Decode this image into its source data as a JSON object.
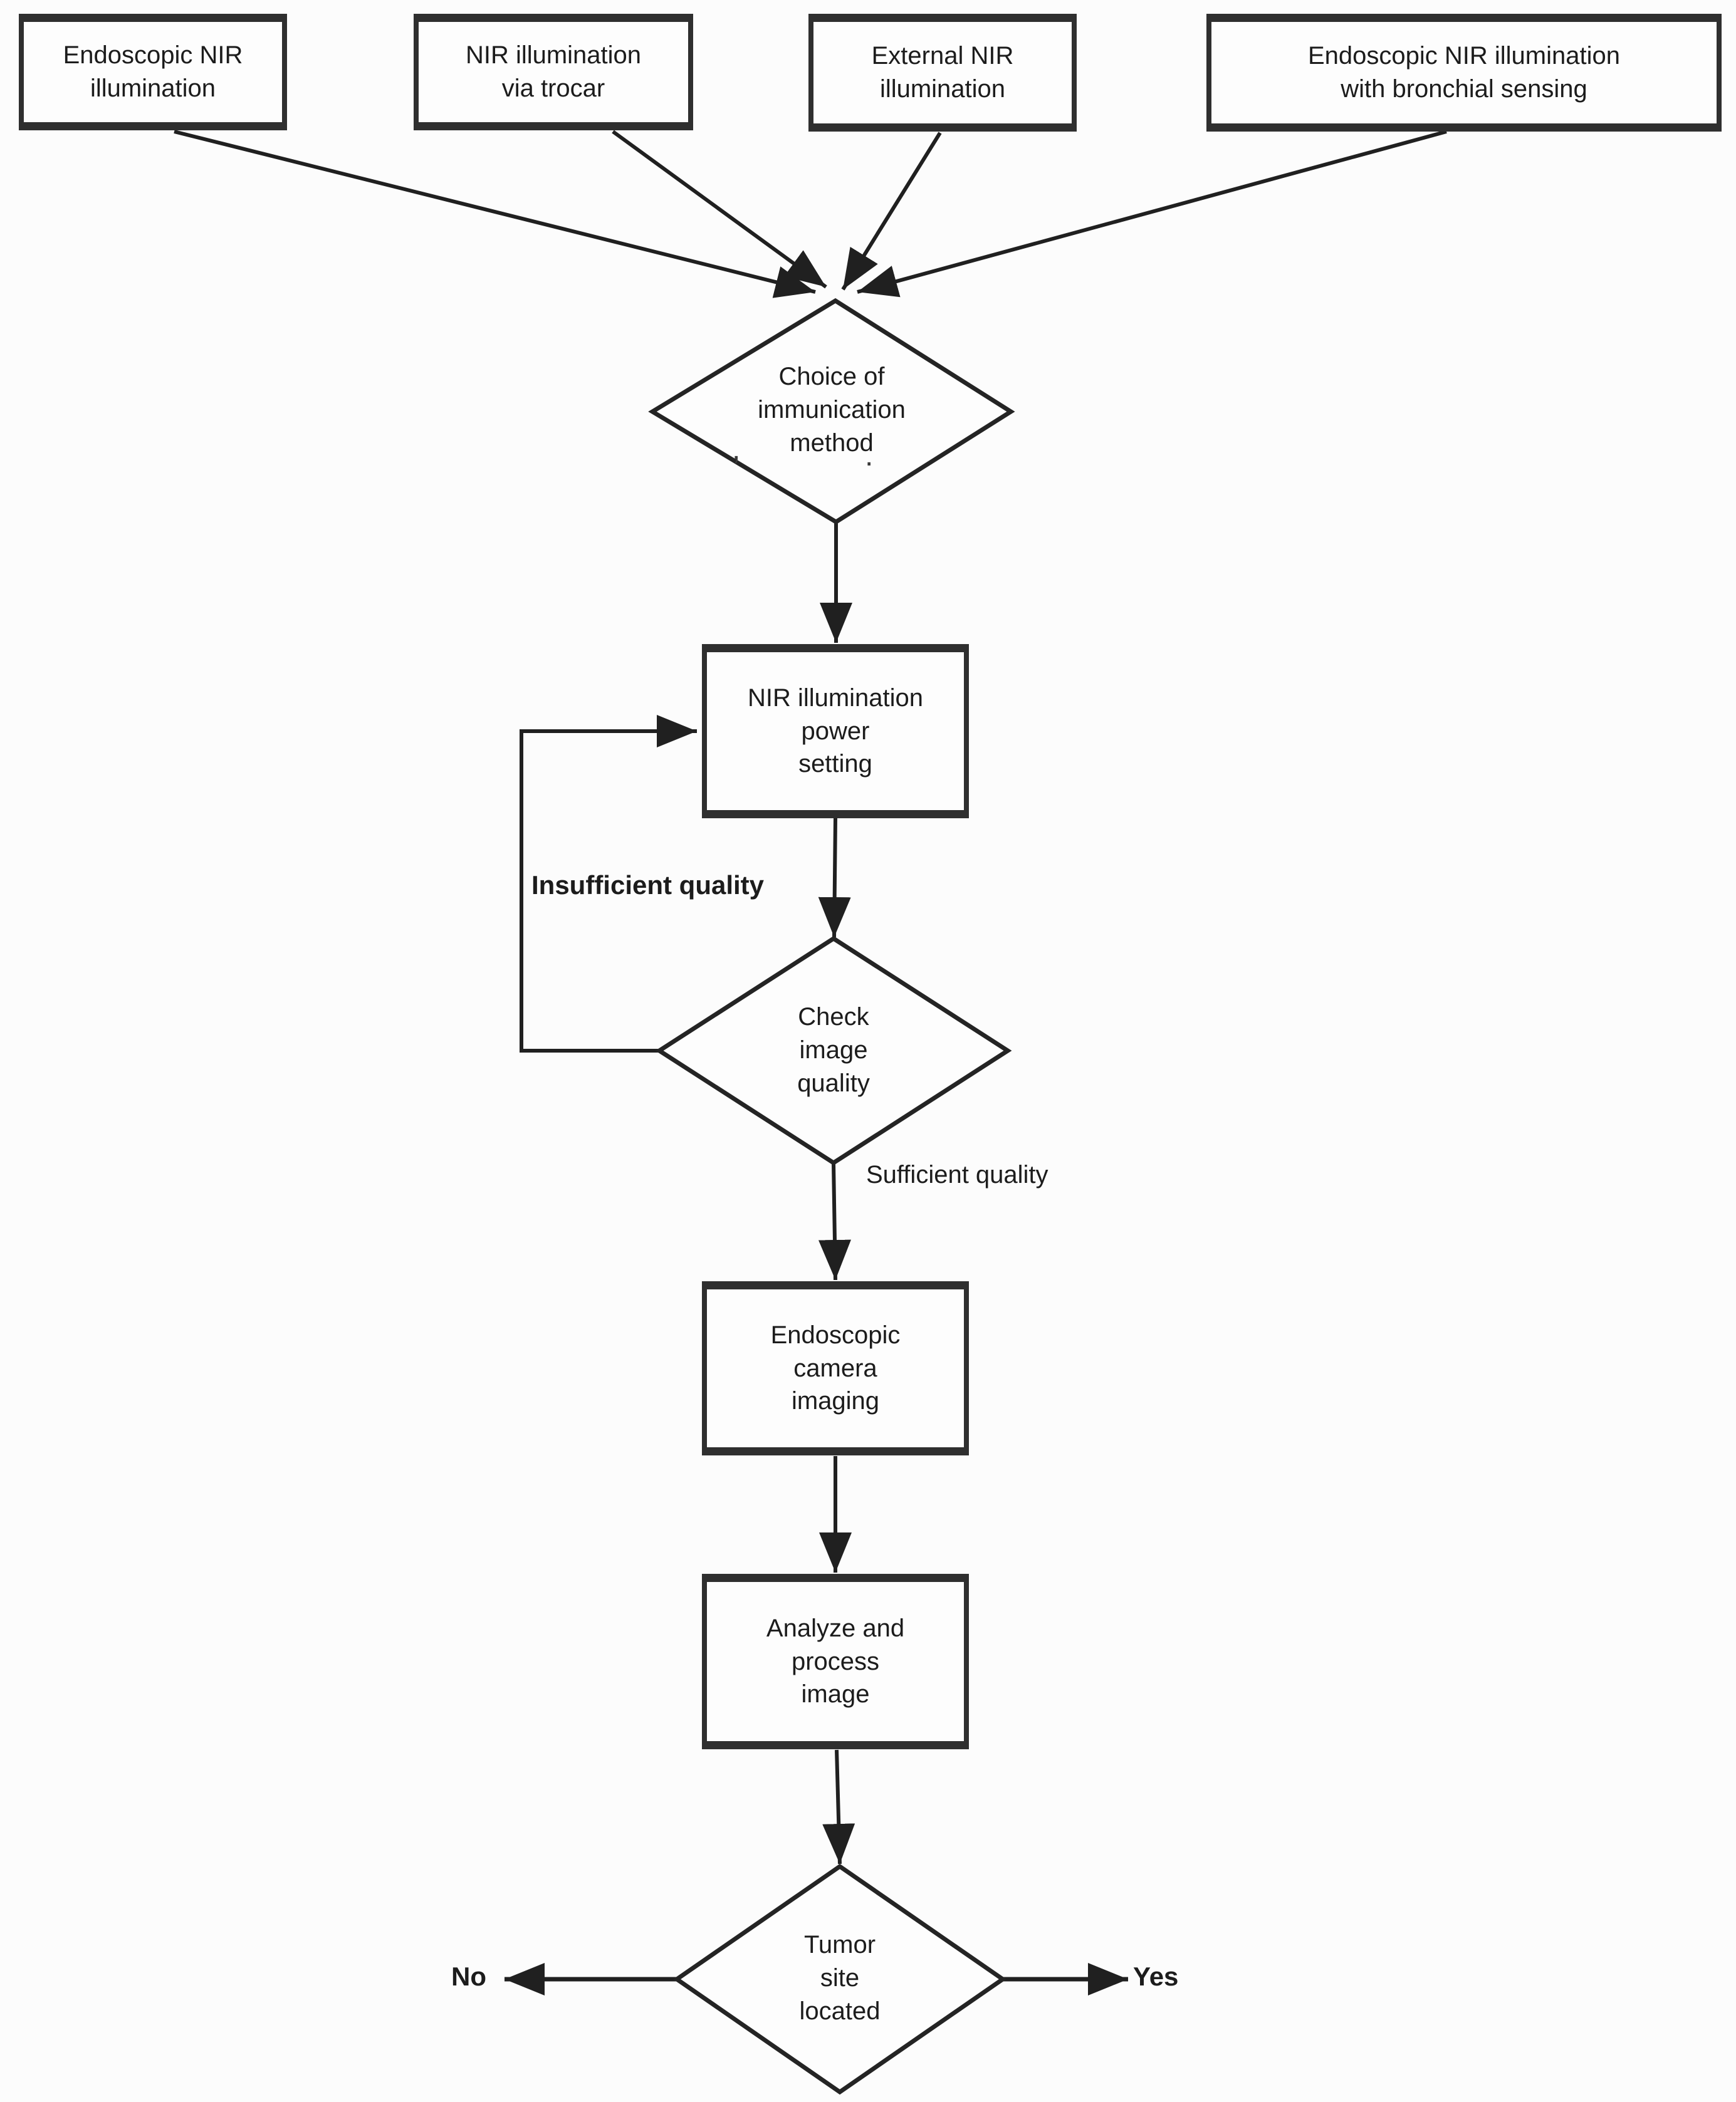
{
  "style": {
    "ink": "#202020",
    "background": "#fcfcfc"
  },
  "nodes": {
    "source_1": {
      "label": "Endoscopic NIR\nillumination"
    },
    "source_2": {
      "label": "NIR illumination\nvia trocar"
    },
    "source_3": {
      "label": "External NIR\nillumination"
    },
    "source_4": {
      "label": "Endoscopic NIR illumination\nwith bronchial sensing"
    },
    "choice": {
      "label": "Choice of\nimmunication\nmethod"
    },
    "power": {
      "label": "NIR illumination\npower\nsetting"
    },
    "check": {
      "label": "Check\nimage\nquality"
    },
    "camera": {
      "label": "Endoscopic\ncamera\nimaging"
    },
    "analyze": {
      "label": "Analyze and\nprocess\nimage"
    },
    "tumor": {
      "label": "Tumor\nsite\nlocated"
    }
  },
  "edge_labels": {
    "insufficient": "Insufficient quality",
    "sufficient": "Sufficient quality",
    "no": "No",
    "yes": "Yes"
  },
  "stray_marks": {
    "comma": ",",
    "dot": "."
  }
}
